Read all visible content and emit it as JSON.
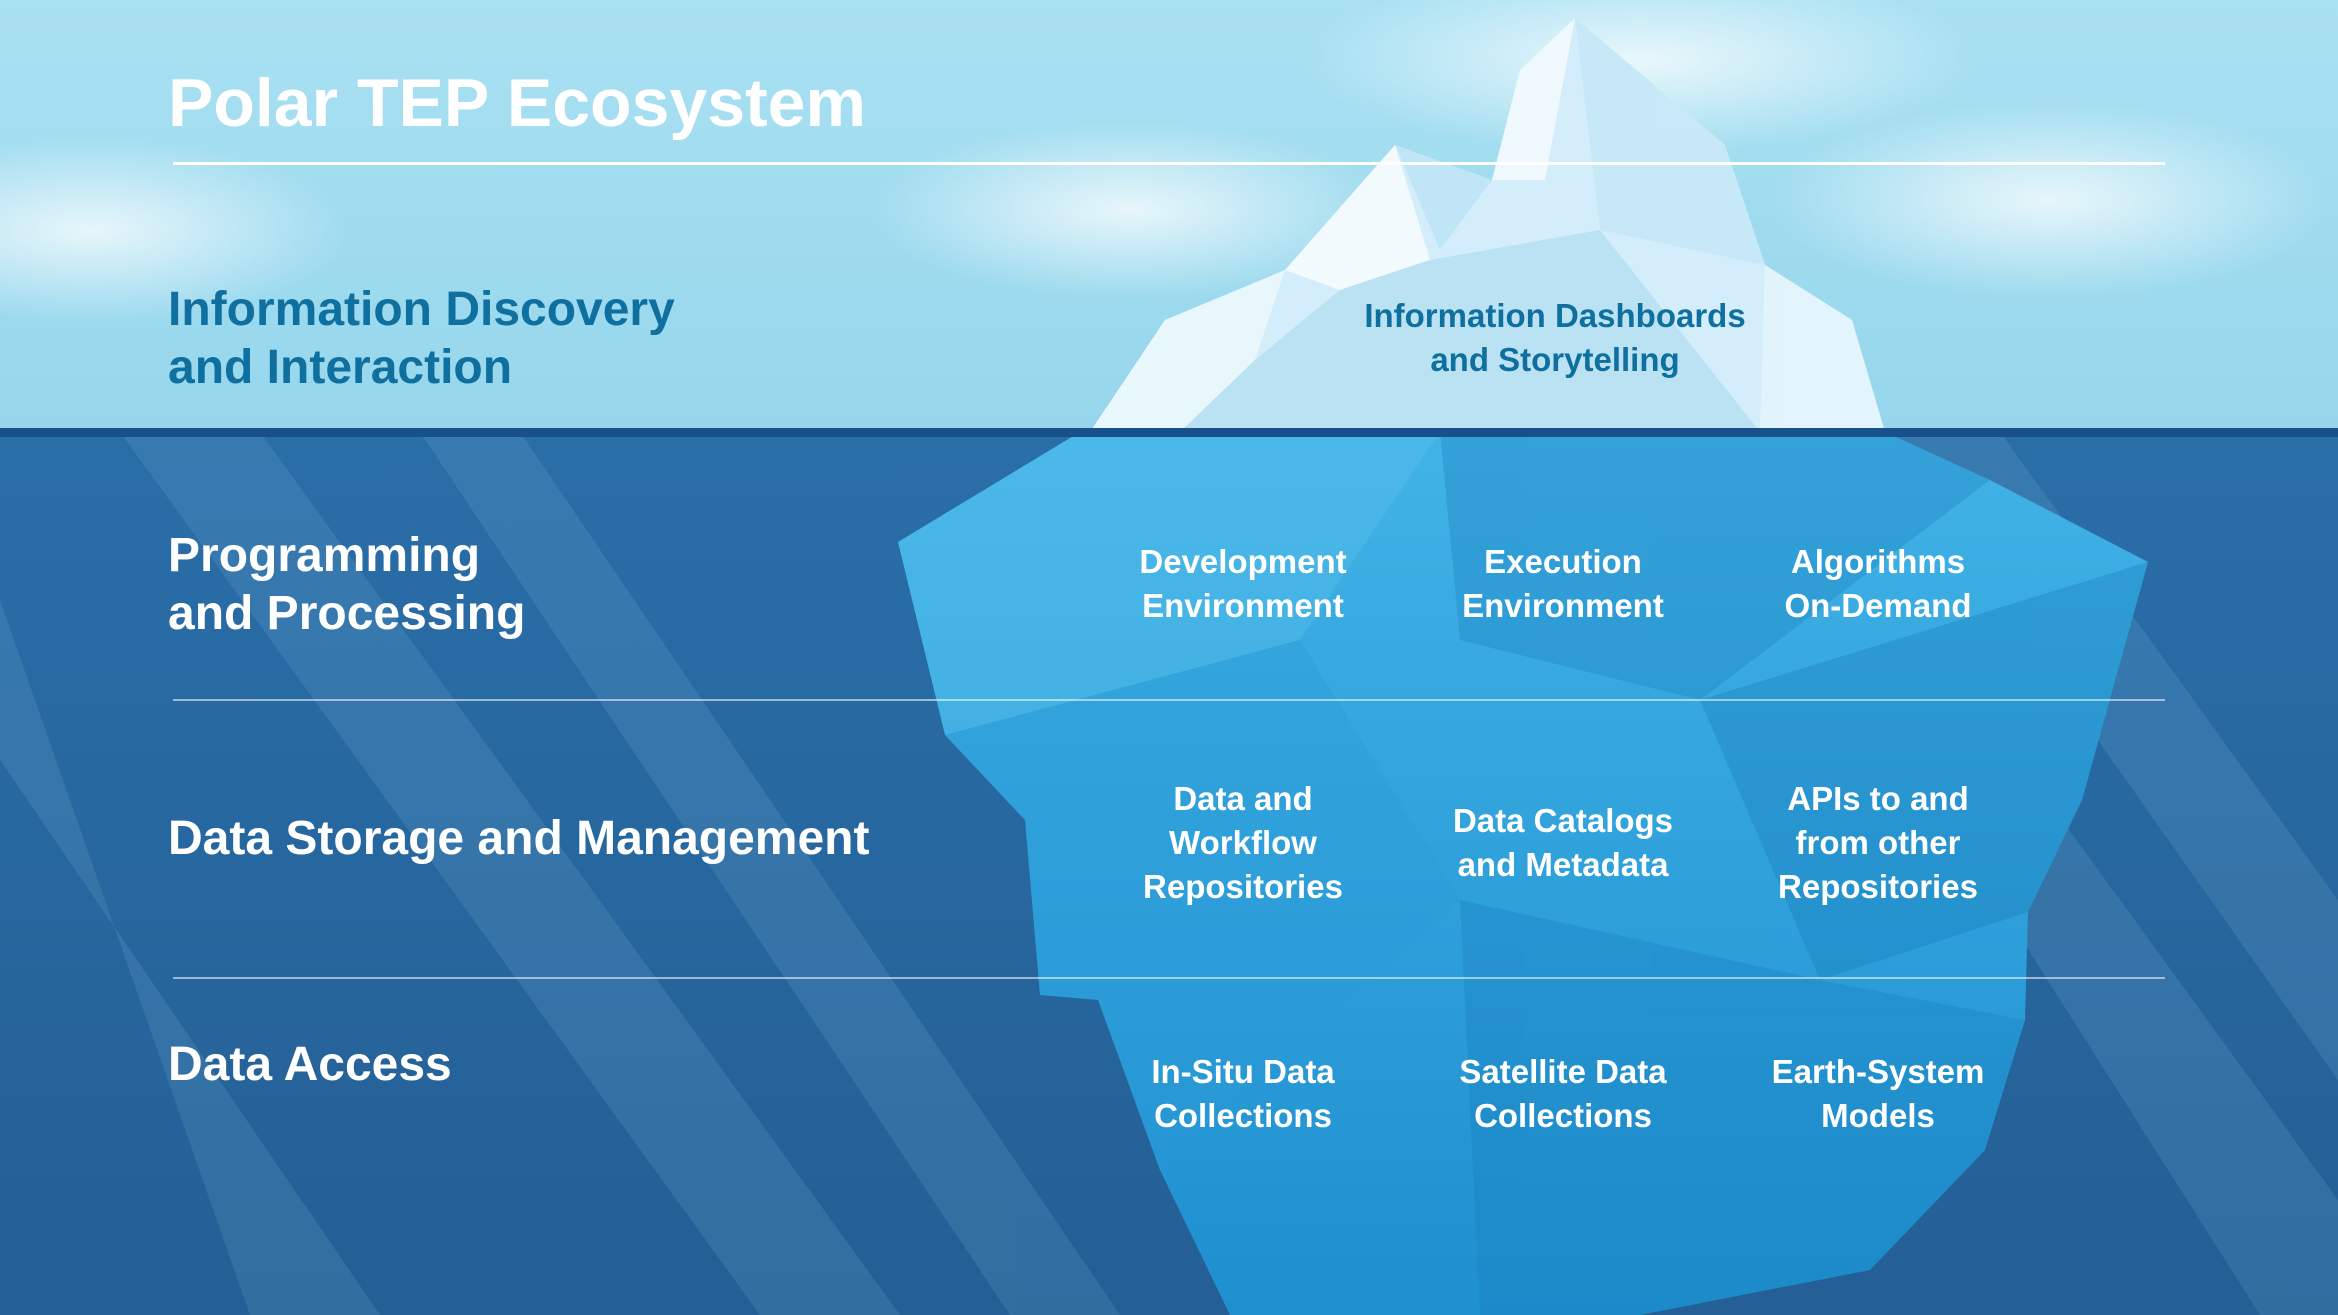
{
  "title": "Polar TEP Ecosystem",
  "colors": {
    "sky": "#9fdcef",
    "ocean": "#2f6fa5",
    "ocean_deep": "#275f96",
    "ice_above": "#d6f0fb",
    "ice_below": "#3fb1e3",
    "waterline": "#17508a",
    "label_dark": "#0f6f9e",
    "label_light": "#ffffff"
  },
  "levels": [
    {
      "id": "discovery",
      "label": "Information Discovery\nand Interaction",
      "items": [
        "Information Dashboards\nand Storytelling"
      ]
    },
    {
      "id": "processing",
      "label": "Programming\nand Processing",
      "items": [
        "Development\nEnvironment",
        "Execution\nEnvironment",
        "Algorithms\nOn-Demand"
      ]
    },
    {
      "id": "storage",
      "label": "Data Storage and Management",
      "items": [
        "Data and\nWorkflow\nRepositories",
        "Data Catalogs\nand Metadata",
        "APIs to and\nfrom other\nRepositories"
      ]
    },
    {
      "id": "access",
      "label": "Data Access",
      "items": [
        "In-Situ Data\nCollections",
        "Satellite Data\nCollections",
        "Earth-System\nModels"
      ]
    }
  ]
}
